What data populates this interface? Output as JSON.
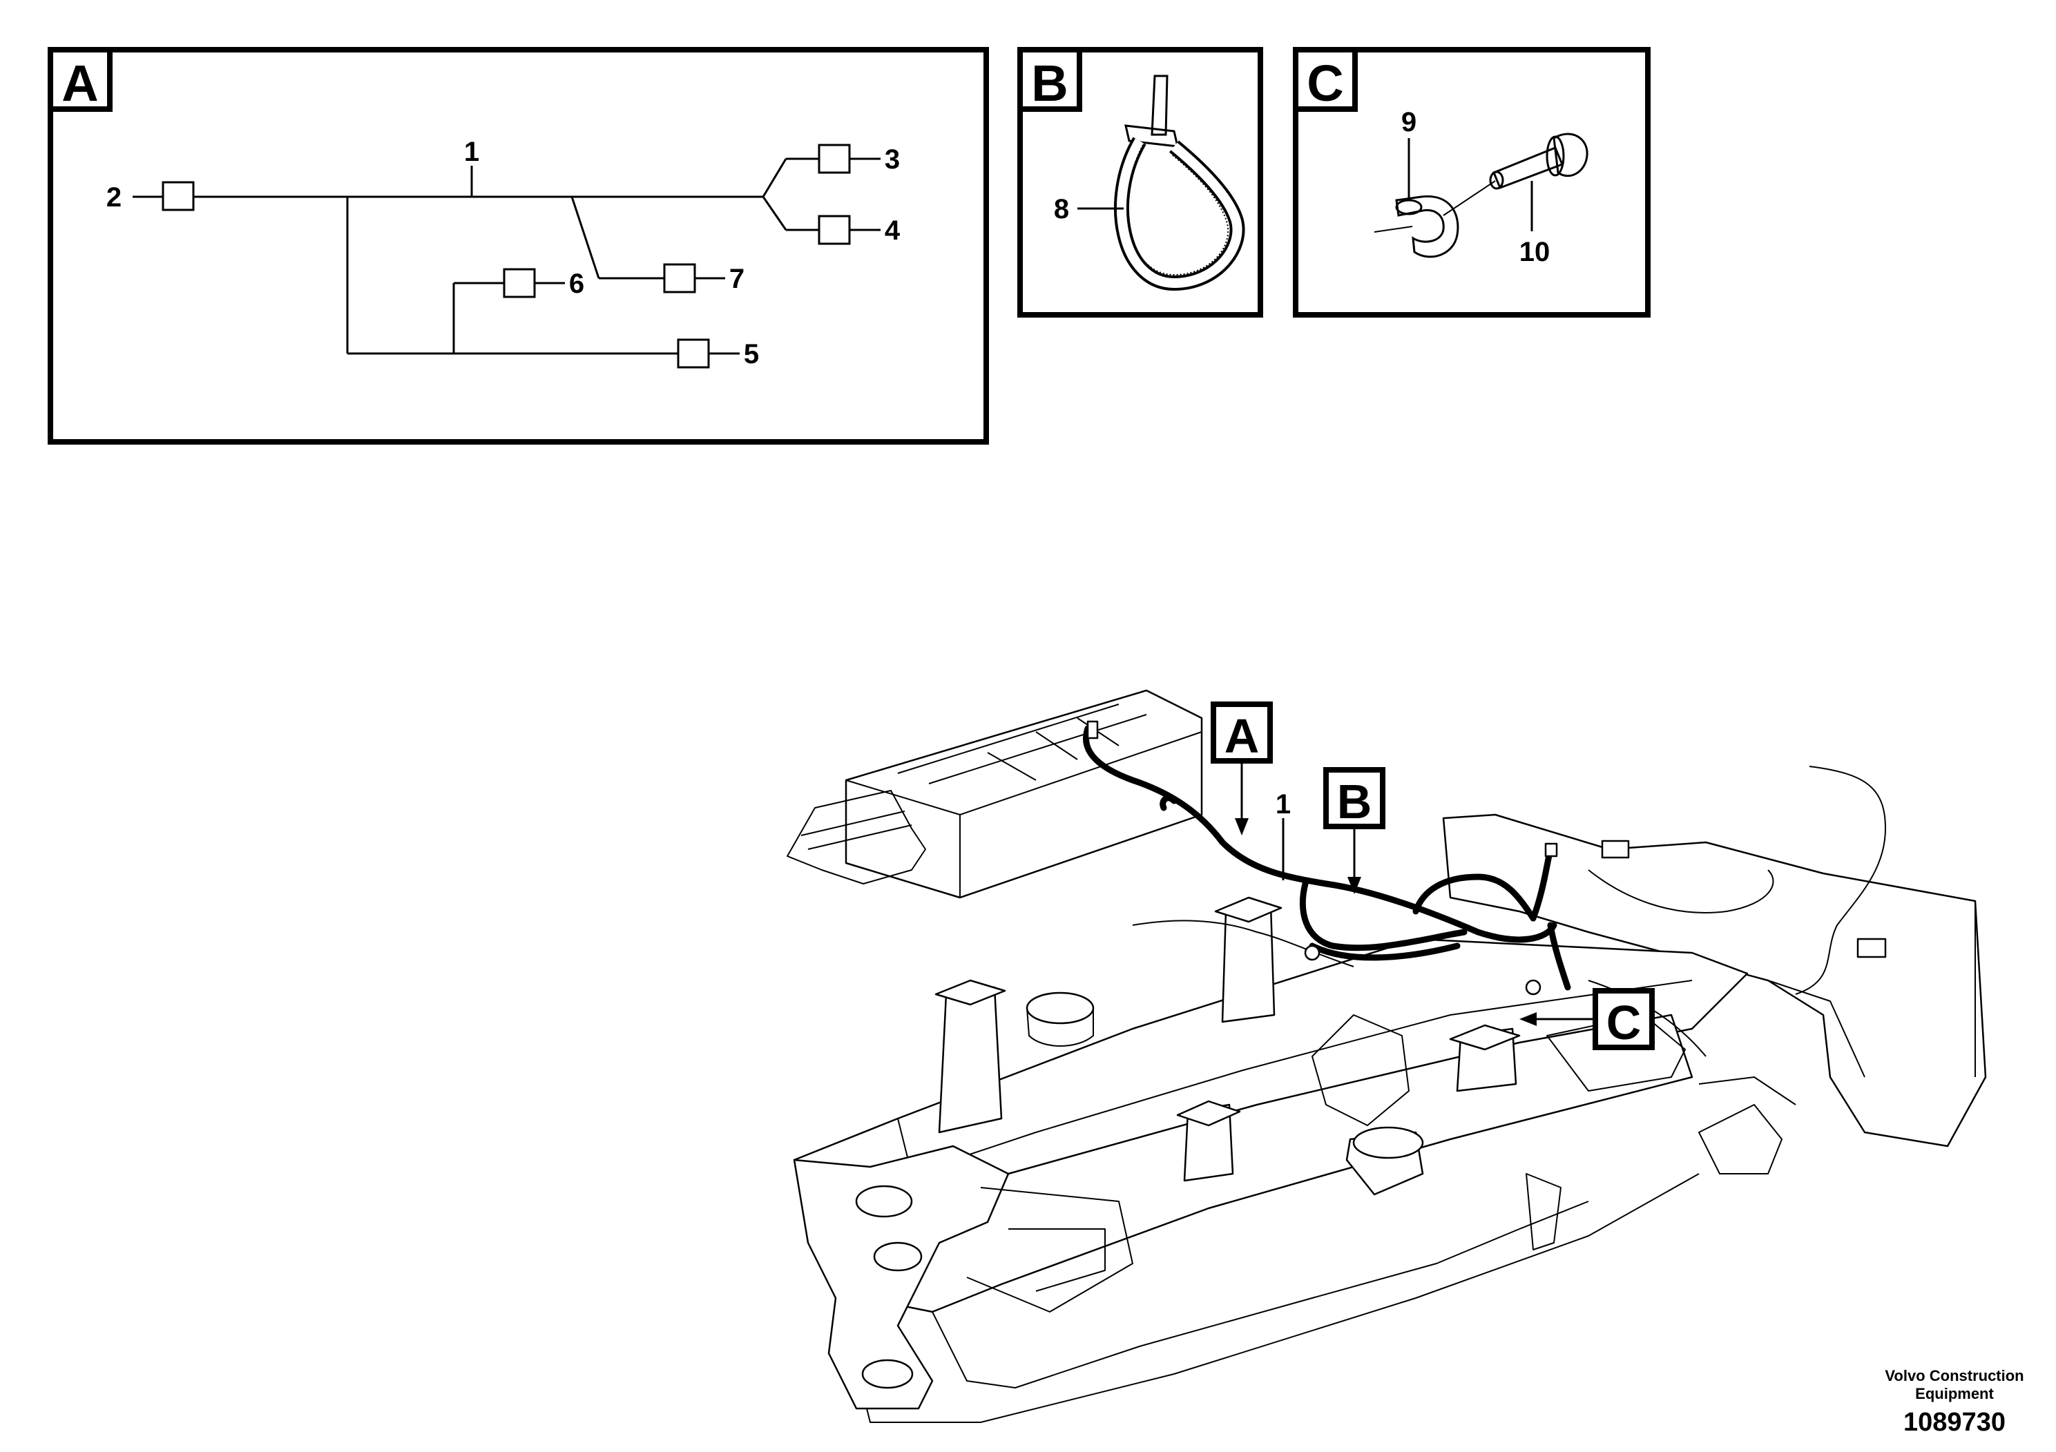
{
  "detail_a": {
    "tag": "A",
    "callouts": {
      "c1": "1",
      "c2": "2",
      "c3": "3",
      "c4": "4",
      "c5": "5",
      "c6": "6",
      "c7": "7"
    }
  },
  "detail_b": {
    "tag": "B",
    "callouts": {
      "c8": "8"
    }
  },
  "detail_c": {
    "tag": "C",
    "callouts": {
      "c9": "9",
      "c10": "10"
    }
  },
  "main_view": {
    "tag_a": "A",
    "tag_b": "B",
    "tag_c": "C",
    "callout_1": "1"
  },
  "footer": {
    "brand_line1": "Volvo Construction",
    "brand_line2": "Equipment",
    "drawing_number": "1089730"
  }
}
